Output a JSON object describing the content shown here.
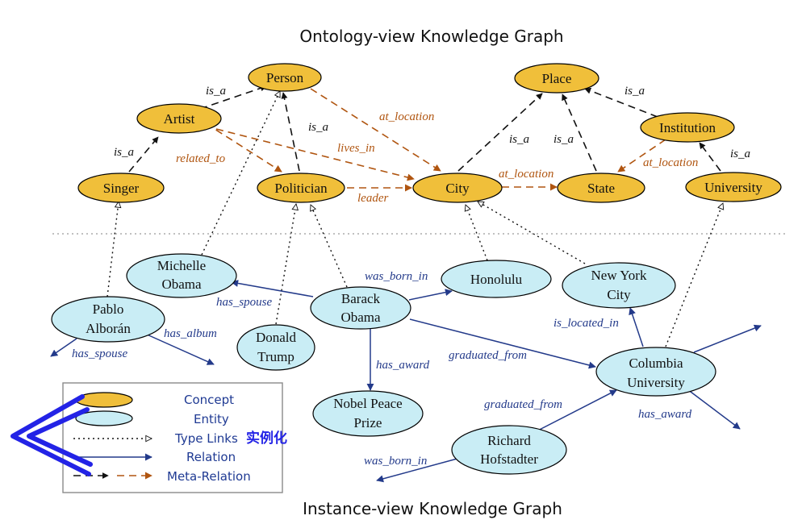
{
  "titles": {
    "top": "Ontology-view Knowledge Graph",
    "bottom": "Instance-view Knowledge Graph"
  },
  "colors": {
    "concept_fill": "#f0bf3a",
    "entity_fill": "#c9edf5",
    "relation": "#233a8a",
    "meta_relation": "#b05510",
    "legend_text": "#1f3a93",
    "annotation": "#2323e6"
  },
  "concepts": {
    "person": "Person",
    "place": "Place",
    "artist": "Artist",
    "institution": "Institution",
    "singer": "Singer",
    "politician": "Politician",
    "city": "City",
    "state": "State",
    "university": "University"
  },
  "entities": {
    "michelle_obama": [
      "Michelle",
      "Obama"
    ],
    "honolulu": [
      "Honolulu"
    ],
    "new_york_city": [
      "New York",
      "City"
    ],
    "pablo_alboran": [
      "Pablo",
      "Alborán"
    ],
    "barack_obama": [
      "Barack",
      "Obama"
    ],
    "donald_trump": [
      "Donald",
      "Trump"
    ],
    "columbia_university": [
      "Columbia",
      "University"
    ],
    "nobel_peace_prize": [
      "Nobel Peace",
      "Prize"
    ],
    "richard_hofstadter": [
      "Richard",
      "Hofstadter"
    ]
  },
  "edge_labels": {
    "is_a": "is_a",
    "at_location": "at_location",
    "lives_in": "lives_in",
    "related_to": "related_to",
    "leader": "leader",
    "was_born_in": "was_born_in",
    "has_spouse": "has_spouse",
    "has_album": "has_album",
    "has_award": "has_award",
    "graduated_from": "graduated_from",
    "is_located_in": "is_located_in"
  },
  "legend": {
    "concept": "Concept",
    "entity": "Entity",
    "type_links": "Type Links",
    "relation": "Relation",
    "meta_relation": "Meta-Relation"
  },
  "annotation": "实例化"
}
